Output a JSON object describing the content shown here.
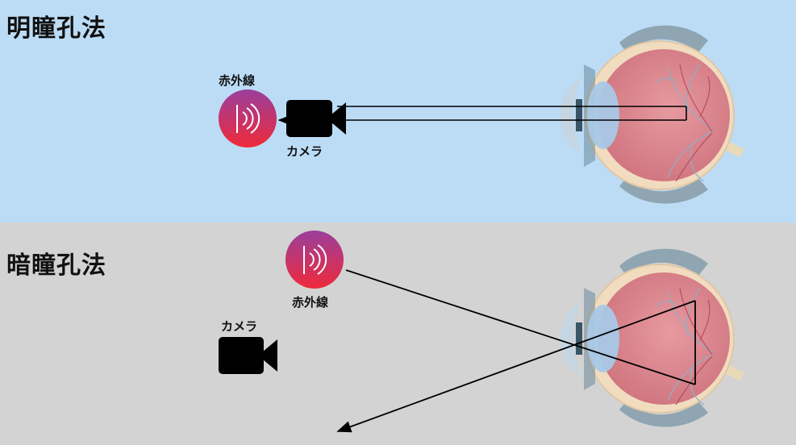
{
  "panels": {
    "bright_pupil": {
      "title": "明瞳孔法",
      "infrared_label": "赤外線",
      "camera_label": "カメラ"
    },
    "dark_pupil": {
      "title": "暗瞳孔法",
      "infrared_label": "赤外線",
      "camera_label": "カメラ"
    }
  },
  "colors": {
    "bright_bg": "#bcdcf6",
    "dark_bg": "#d3d3d3",
    "ir_gradient_top": "#9a3f9c",
    "ir_gradient_bottom": "#ef2a3a",
    "eye_sclera": "#f1dcc0",
    "eye_interior": "#d9848c",
    "lens": "#a8c8e6"
  },
  "icons": {
    "infrared": "infrared-emitter-icon",
    "camera": "video-camera-icon",
    "eye": "eye-cross-section-icon"
  }
}
